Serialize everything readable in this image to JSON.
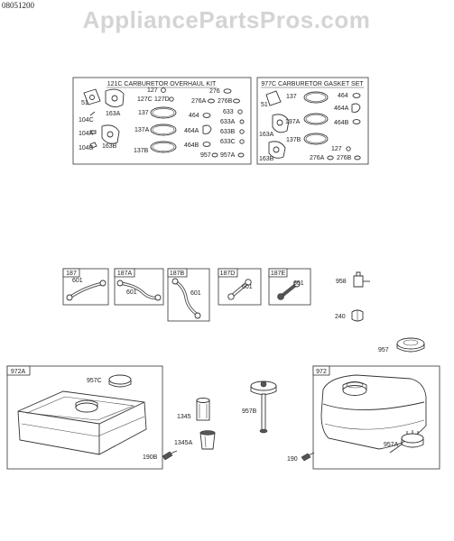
{
  "doc_number": "08051200",
  "watermark": "AppliancePartsPros.com",
  "kit_121c": {
    "title": "121C CARBURETOR OVERHAUL KIT",
    "labels": {
      "l51": "51",
      "l104c": "104C",
      "l104a": "104A",
      "l104b": "104B",
      "l163a": "163A",
      "l163b": "163B",
      "l127": "127",
      "l127c": "127C",
      "l127d": "127D",
      "l137": "137",
      "l137a": "137A",
      "l137b": "137B",
      "l276": "276",
      "l276a": "276A",
      "l276b": "276B",
      "l464": "464",
      "l464a": "464A",
      "l464b": "464B",
      "l633": "633",
      "l633a": "633A",
      "l633b": "633B",
      "l633c": "633C",
      "l957": "957",
      "l957a": "957A"
    }
  },
  "kit_977c": {
    "title": "977C CARBURETOR GASKET SET",
    "labels": {
      "l51": "51",
      "l137": "137",
      "l137a": "137A",
      "l137b": "137B",
      "l163a": "163A",
      "l163b": "163B",
      "l464": "464",
      "l464a": "464A",
      "l464b": "464B",
      "l127": "127",
      "l276a": "276A",
      "l276b": "276B"
    }
  },
  "hoses": [
    {
      "box": "187",
      "part": "601"
    },
    {
      "box": "187A",
      "part": "601"
    },
    {
      "box": "187B",
      "part": "601"
    },
    {
      "box": "187D",
      "part": "601"
    },
    {
      "box": "187E",
      "part": "601"
    }
  ],
  "loose_parts": {
    "p958": "958",
    "p240": "240",
    "p957": "957",
    "p1345": "1345",
    "p1345a": "1345A",
    "p957b": "957B",
    "p190b": "190B"
  },
  "tank_972a": {
    "title": "972A",
    "cap": "957C"
  },
  "tank_972": {
    "title": "972",
    "cap": "957A",
    "bolt": "190"
  }
}
